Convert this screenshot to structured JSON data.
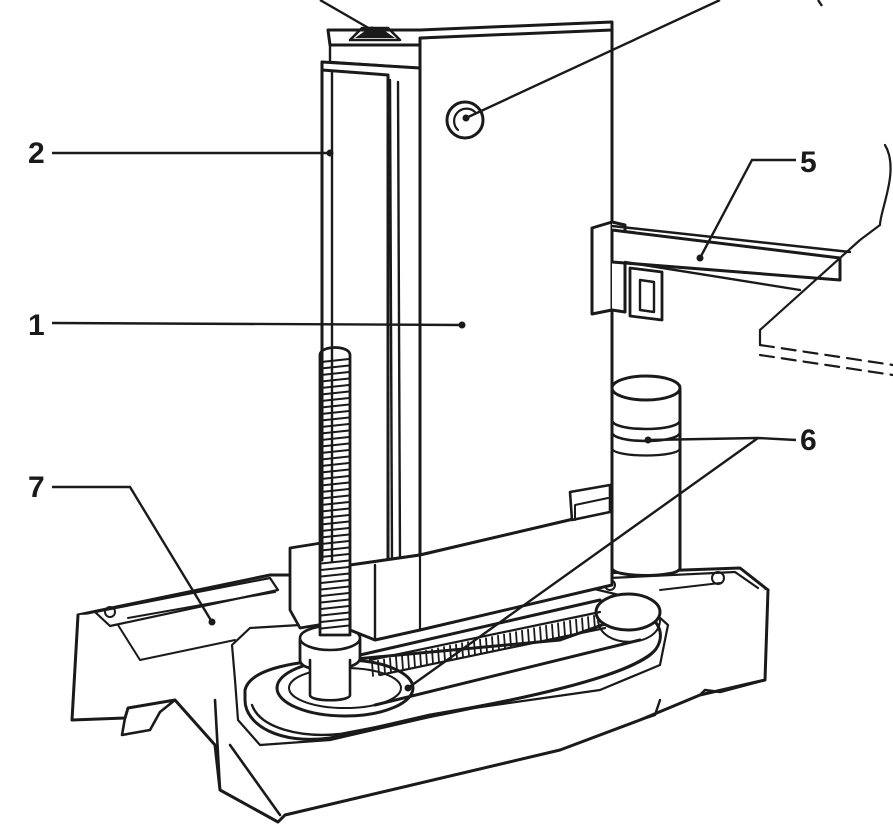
{
  "figure": {
    "callouts": [
      {
        "id": "1",
        "label": "1"
      },
      {
        "id": "2",
        "label": "2"
      },
      {
        "id": "5",
        "label": "5"
      },
      {
        "id": "6",
        "label": "6"
      },
      {
        "id": "7",
        "label": "7"
      }
    ],
    "colors": {
      "ink": "#1a1a1a",
      "paper": "#ffffff"
    }
  }
}
